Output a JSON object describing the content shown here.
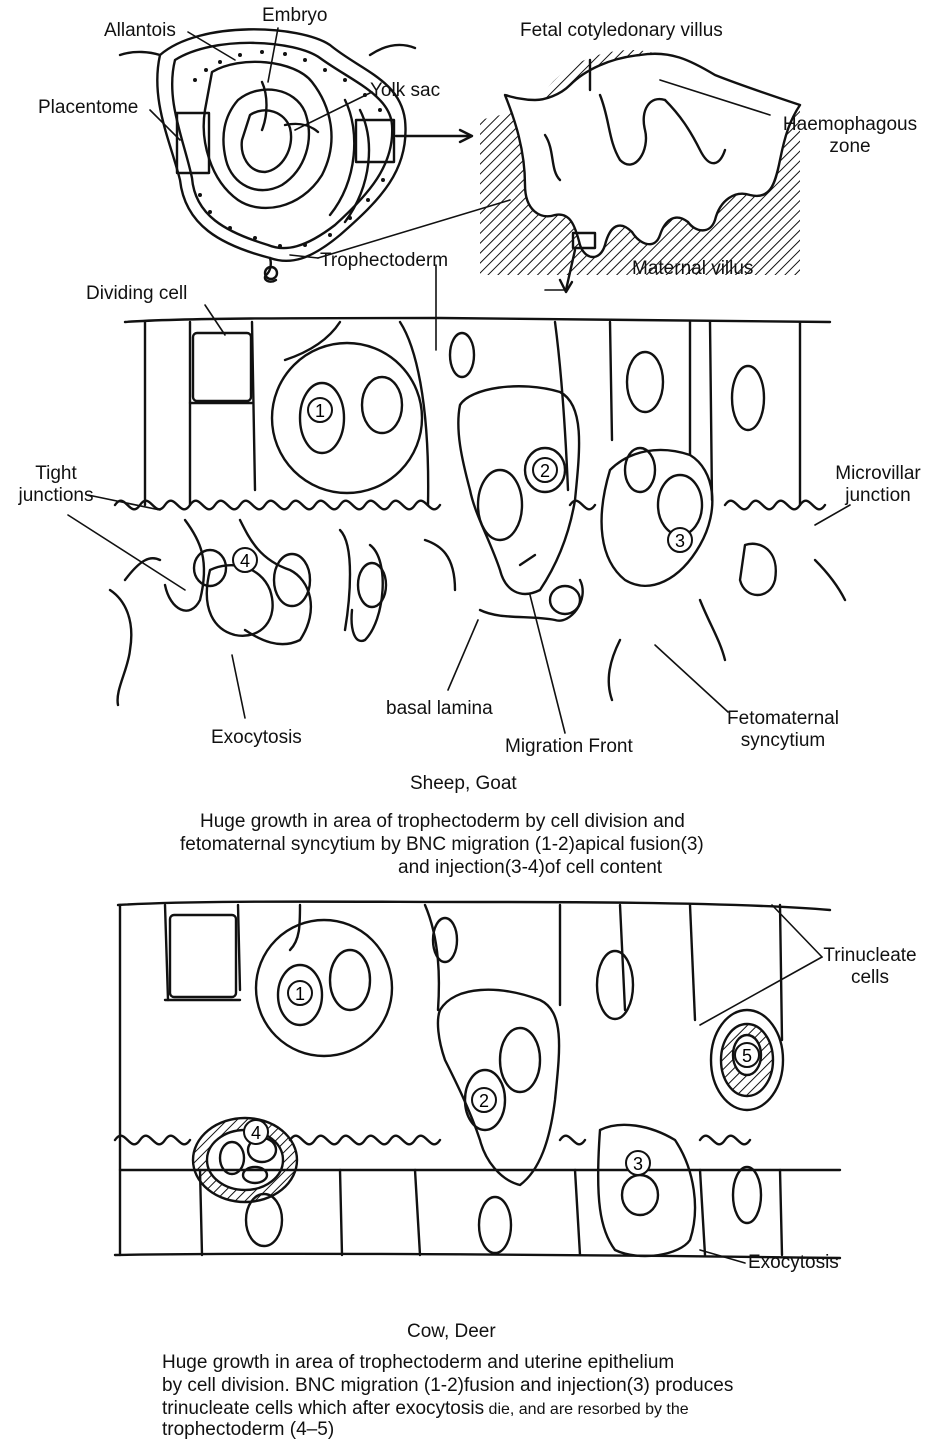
{
  "labels": {
    "allantois": "Allantois",
    "embryo": "Embryo",
    "yolk_sac": "Yolk sac",
    "placentome": "Placentome",
    "trophectoderm": "Trophectoderm",
    "fetal_villus": "Fetal cotyledonary villus",
    "haemophagous_1": "Haemophagous",
    "haemophagous_2": "zone",
    "maternal_villus": "Maternal villus",
    "dividing_cell": "Dividing cell",
    "tight_junctions_1": "Tight",
    "tight_junctions_2": "junctions",
    "microvillar_1": "Microvillar",
    "microvillar_2": "junction",
    "basal_lamina": "basal lamina",
    "exocytosis_top": "Exocytosis",
    "migration_front": "Migration Front",
    "fetomaternal_1": "Fetomaternal",
    "fetomaternal_2": "syncytium",
    "trinucleate_1": "Trinucleate",
    "trinucleate_2": "cells",
    "exocytosis_bottom": "Exocytosis"
  },
  "cell_numbers": {
    "top": [
      "1",
      "2",
      "3",
      "4"
    ],
    "bottom": [
      "1",
      "2",
      "3",
      "4",
      "5"
    ]
  },
  "captions": {
    "sheep_title": "Sheep, Goat",
    "sheep_line1": "Huge growth in area of trophectoderm by cell division and",
    "sheep_line2": "fetomaternal syncytium by BNC migration (1-2)apical fusion(3)",
    "sheep_line3": "and injection(3-4)of cell content",
    "cow_title": "Cow, Deer",
    "cow_line1": "Huge growth in area of trophectoderm and uterine epithelium",
    "cow_line2": "by cell division. BNC migration (1-2)fusion and injection(3) produces",
    "cow_line3a": "trinucleate cells which after exocytosis",
    "cow_line3b": " die, and are resorbed by the",
    "cow_line4": "trophectoderm (4–5)"
  }
}
